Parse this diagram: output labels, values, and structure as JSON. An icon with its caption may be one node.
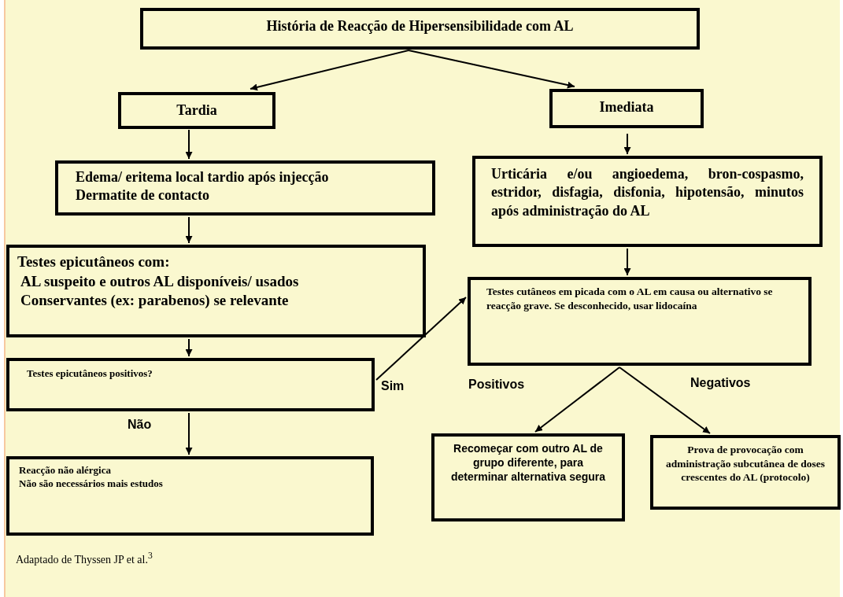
{
  "diagram": {
    "caption": "Adaptado de Thyssen JP et al.$^{3}$",
    "nodes": [
      {
        "text": [
          "História de Reacção de Hipersensibilidade com AL"
        ]
      },
      {
        "text": [
          "Tardia"
        ]
      },
      {
        "text": [
          "Imediata"
        ]
      },
      {
        "text": [
          "Edema/ eritema local tardio após  injecção",
          "Dermatite de contacto"
        ]
      },
      {
        "text": [
          "Urticária e/ou angioedema, bron-cospasmo, estridor, disfagia, disfonia, hipotensão, minutos após administração do AL"
        ]
      },
      {
        "text": [
          "Testes epicutâneos com:",
          "AL suspeito e outros AL disponíveis/ usados",
          "Conservantes (ex: parabenos) se relevante"
        ]
      },
      {
        "text": [
          "Testes cutâneos em picada com o AL em causa ou alternativo se reacção grave. Se desconhecido, usar lidocaína"
        ]
      },
      {
        "text": [
          "Testes epicutâneos positivos?"
        ]
      },
      {
        "text": [
          "Reacção não alérgica",
          "Não são necessários mais estudos"
        ]
      },
      {
        "text": [
          "Recomeçar com outro AL de grupo diferente, para determinar alternativa segura"
        ]
      },
      {
        "text": [
          "Prova de provocação com administração subcutânea de doses crescentes do AL (protocolo)"
        ]
      }
    ],
    "edges": [
      {
        "from": 0,
        "to": 1,
        "arrow": "to"
      },
      {
        "from": 0,
        "to": 2,
        "arrow": "to"
      },
      {
        "from": 1,
        "to": 3,
        "arrow": "to"
      },
      {
        "from": 2,
        "to": 4,
        "arrow": "to"
      },
      {
        "from": 3,
        "to": 5,
        "arrow": "to"
      },
      {
        "from": 4,
        "to": 6,
        "arrow": "to"
      },
      {
        "from": 5,
        "to": 7,
        "arrow": "to"
      },
      {
        "from": 7,
        "to": 6,
        "arrow": "to",
        "label": "Sim"
      },
      {
        "from": 7,
        "to": 8,
        "arrow": "to",
        "label": "Não"
      },
      {
        "from": 6,
        "to": 9,
        "arrow": "to",
        "label": "Positivos"
      },
      {
        "from": 6,
        "to": 10,
        "arrow": "to",
        "label": "Negativos"
      }
    ]
  }
}
